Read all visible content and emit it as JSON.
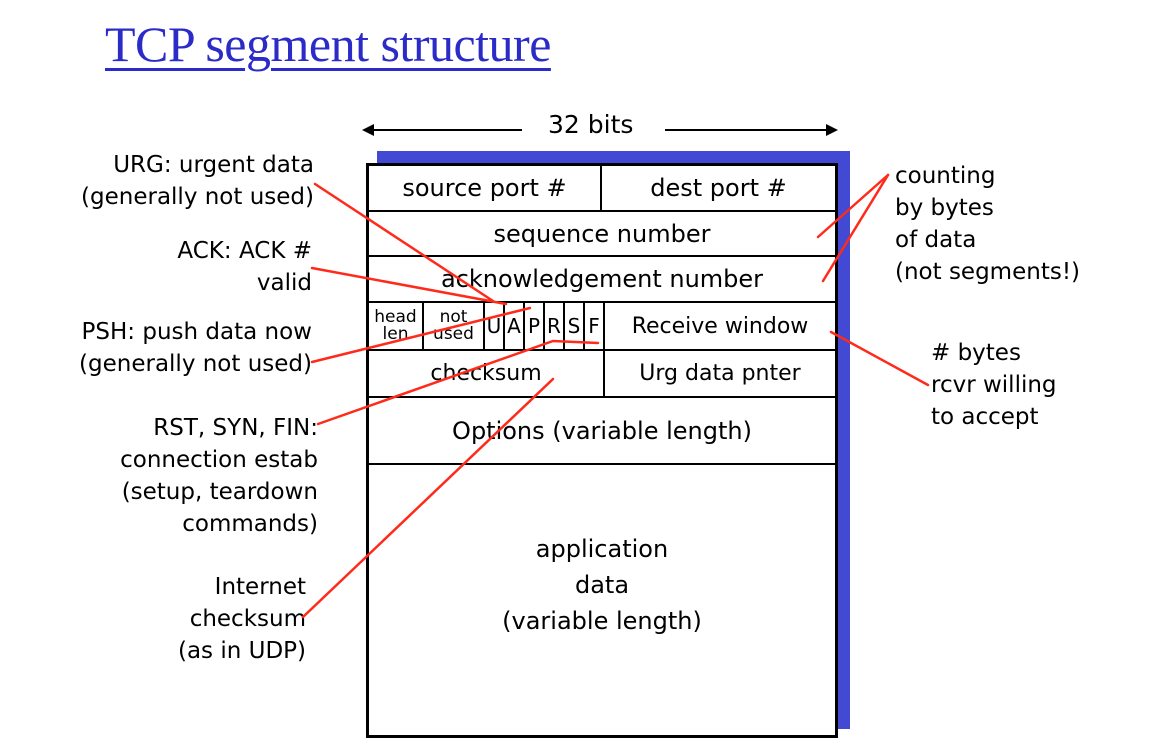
{
  "title": "TCP segment structure",
  "width_label": "32 bits",
  "colors": {
    "title": "#2b2bc8",
    "shadow": "#4249d2",
    "pointer_lines": "#ff2a1a"
  },
  "segment": {
    "row1": {
      "source_port": "source port #",
      "dest_port": "dest port #"
    },
    "row2": {
      "sequence": "sequence number"
    },
    "row3": {
      "ack": "acknowledgement number"
    },
    "row4": {
      "head_len": [
        "head",
        "len"
      ],
      "not_used": [
        "not",
        "used"
      ],
      "flags": [
        "U",
        "A",
        "P",
        "R",
        "S",
        "F"
      ],
      "receive_window": "Receive window"
    },
    "row5": {
      "checksum": "checksum",
      "urg_pointer": "Urg data pnter"
    },
    "row6": {
      "options": "Options (variable length)"
    },
    "row7": {
      "app_data": [
        "application",
        "data",
        "(variable length)"
      ]
    }
  },
  "annotations": {
    "urg": [
      "URG: urgent data",
      "(generally not used)"
    ],
    "ack": [
      "ACK: ACK #",
      "valid"
    ],
    "psh": [
      "PSH: push data now",
      "(generally not used)"
    ],
    "rsf": [
      "RST, SYN, FIN:",
      "connection estab",
      "(setup, teardown",
      "commands)"
    ],
    "checksum": [
      "Internet",
      "checksum",
      "(as in UDP)"
    ],
    "counting": [
      "counting",
      "by bytes",
      "of data",
      "(not segments!)"
    ],
    "window": [
      "# bytes",
      "rcvr willing",
      "to accept"
    ]
  }
}
